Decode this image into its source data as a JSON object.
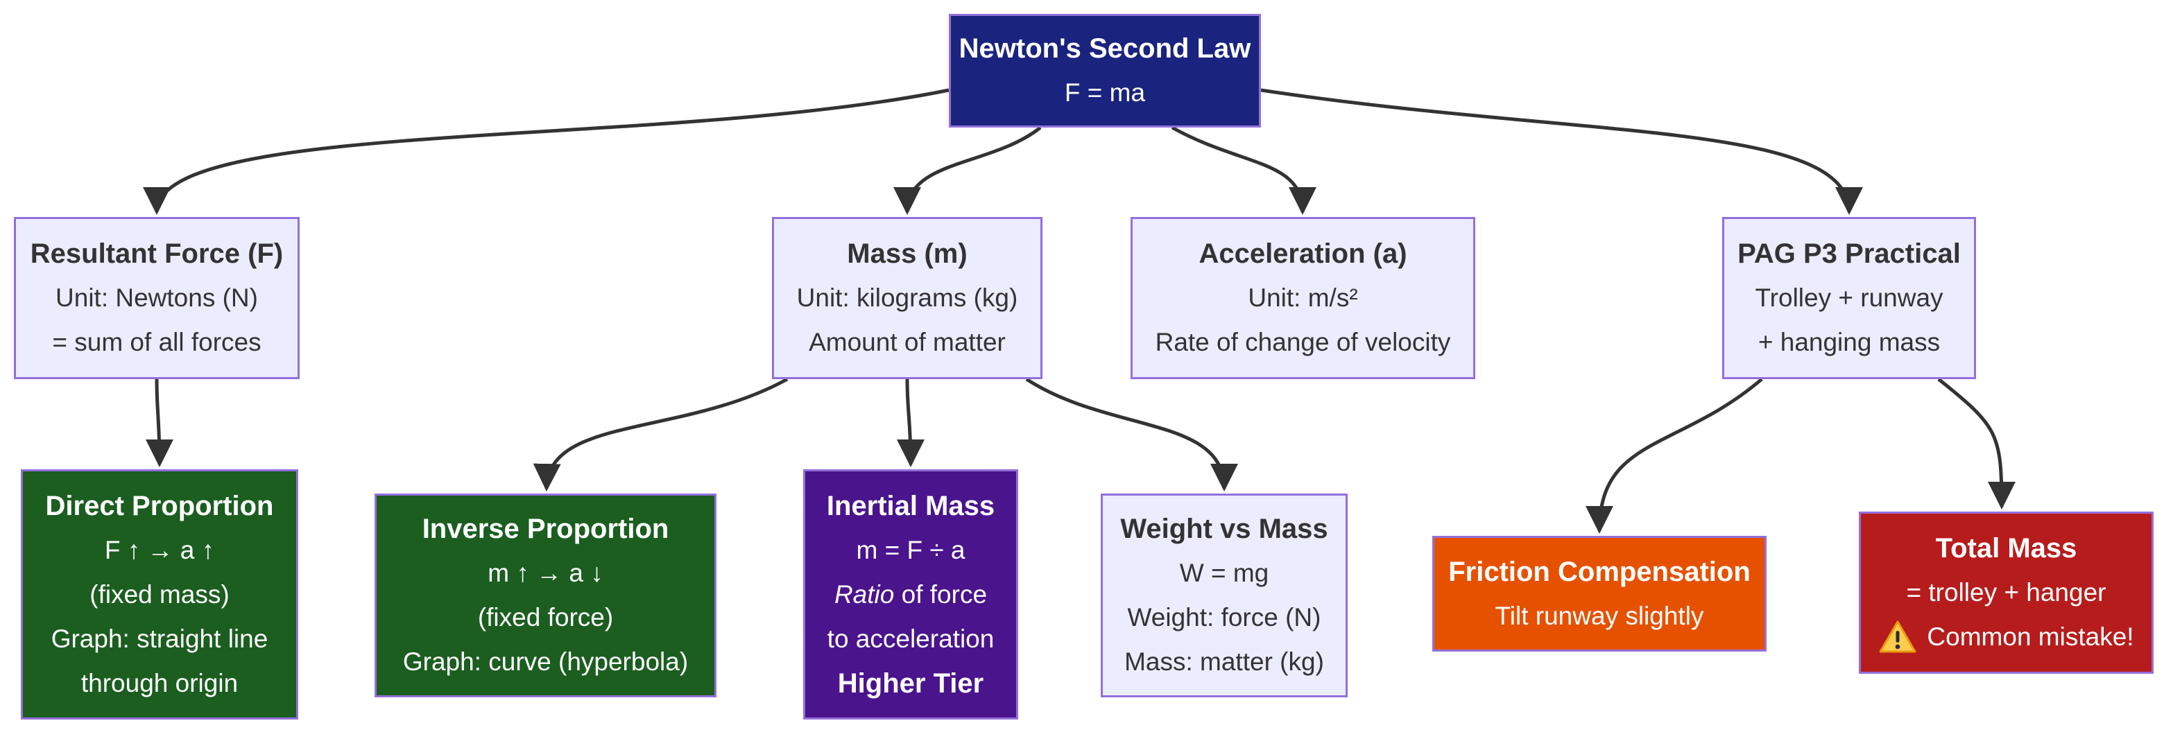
{
  "diagram": {
    "title_hint": "Newton's Second Law concept map",
    "nodes": {
      "root": {
        "title": "Newton's Second Law",
        "lines": [
          "F = ma"
        ]
      },
      "resultant_force": {
        "title": "Resultant Force (F)",
        "lines": [
          "Unit: Newtons (N)",
          "= sum of all forces"
        ]
      },
      "mass": {
        "title": "Mass (m)",
        "lines": [
          "Unit: kilograms (kg)",
          "Amount of matter"
        ]
      },
      "acceleration": {
        "title": "Acceleration (a)",
        "lines": [
          "Unit: m/s²",
          "Rate of change of velocity"
        ]
      },
      "pag_p3": {
        "title": "PAG P3 Practical",
        "lines": [
          "Trolley + runway",
          "+ hanging mass"
        ]
      },
      "direct_proportion": {
        "title": "Direct Proportion",
        "lines": [
          "F ↑ → a ↑",
          "(fixed mass)",
          "Graph: straight line",
          "through origin"
        ]
      },
      "inverse_proportion": {
        "title": "Inverse Proportion",
        "lines": [
          "m ↑ → a ↓",
          "(fixed force)",
          "Graph: curve (hyperbola)"
        ]
      },
      "inertial_mass": {
        "title": "Inertial Mass",
        "formula": "m = F ÷ a",
        "ratio_word": "Ratio",
        "ratio_rest": " of force",
        "line3": "to acceleration",
        "tier": "Higher Tier"
      },
      "weight_vs_mass": {
        "title": "Weight vs Mass",
        "lines": [
          "W = mg",
          "Weight: force (N)",
          "Mass: matter (kg)"
        ]
      },
      "friction_compensation": {
        "title": "Friction Compensation",
        "lines": [
          "Tilt runway slightly"
        ]
      },
      "total_mass": {
        "title": "Total Mass",
        "lines": [
          "= trolley + hanger"
        ],
        "warning_text": "Common mistake!"
      }
    },
    "edges": [
      {
        "from": "root",
        "to": "resultant_force"
      },
      {
        "from": "root",
        "to": "mass"
      },
      {
        "from": "root",
        "to": "acceleration"
      },
      {
        "from": "root",
        "to": "pag_p3"
      },
      {
        "from": "resultant_force",
        "to": "direct_proportion"
      },
      {
        "from": "mass",
        "to": "inverse_proportion"
      },
      {
        "from": "mass",
        "to": "inertial_mass"
      },
      {
        "from": "mass",
        "to": "weight_vs_mass"
      },
      {
        "from": "pag_p3",
        "to": "friction_compensation"
      },
      {
        "from": "pag_p3",
        "to": "total_mass"
      }
    ],
    "colors": {
      "root_fill": "#1a237e",
      "default_fill": "#ECECFF",
      "default_border": "#9370DB",
      "green_fill": "#1b5e20",
      "purple_fill": "#4a148c",
      "orange_fill": "#e65100",
      "red_fill": "#b71c1c",
      "edge_stroke": "#333333",
      "dark_text": "#333333",
      "light_text": "#ffffff",
      "warning_yellow": "#FFCC4D"
    }
  }
}
